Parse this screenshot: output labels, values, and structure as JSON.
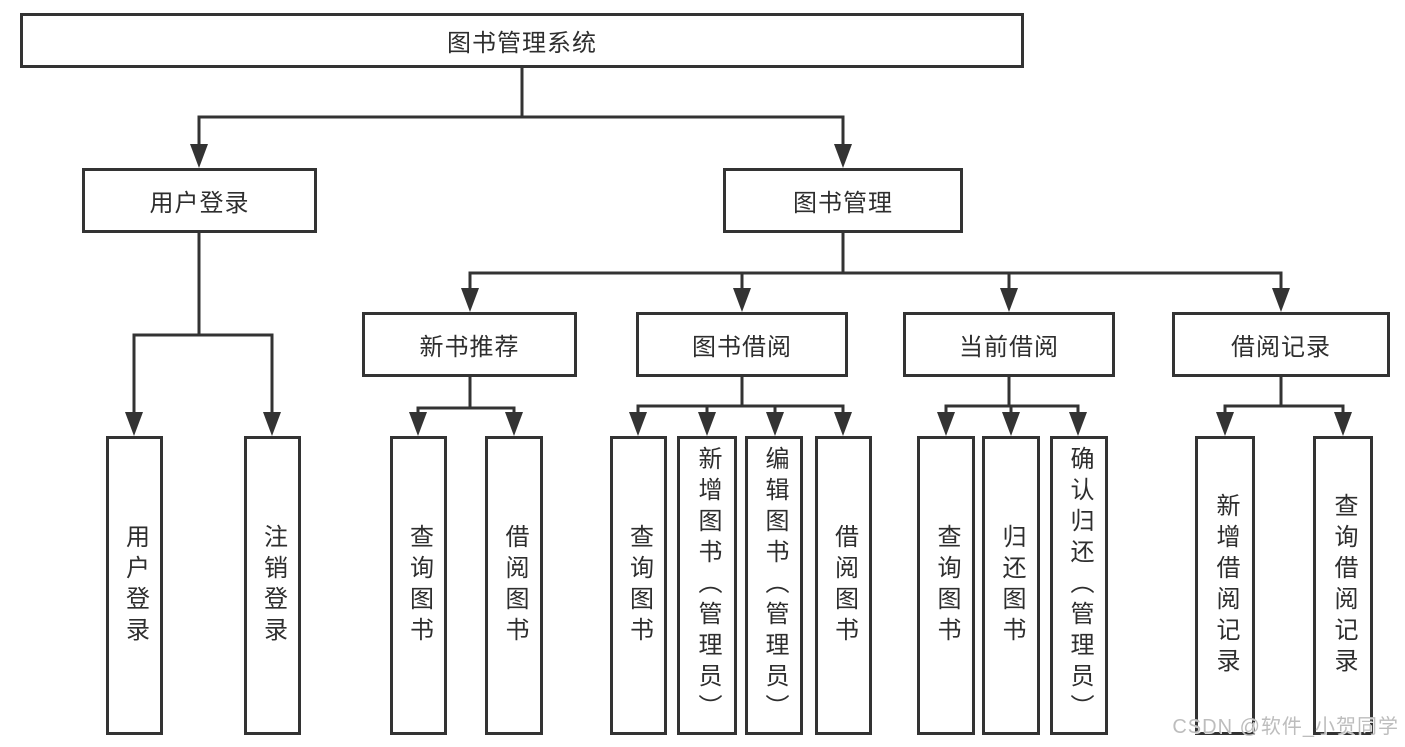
{
  "diagram": {
    "root": {
      "label": "图书管理系统"
    },
    "level2": {
      "user_login": {
        "label": "用户登录"
      },
      "book_management": {
        "label": "图书管理"
      }
    },
    "level3": {
      "new_book_recommend": {
        "label": "新书推荐"
      },
      "book_borrowing": {
        "label": "图书借阅"
      },
      "current_borrowing": {
        "label": "当前借阅"
      },
      "borrowing_records": {
        "label": "借阅记录"
      }
    },
    "leaves": {
      "user_login": {
        "label": "用户登录"
      },
      "logout": {
        "label": "注销登录"
      },
      "recommend_query_book": {
        "label": "查询图书"
      },
      "recommend_borrow_book": {
        "label": "借阅图书"
      },
      "borrowing_query_book": {
        "label": "查询图书"
      },
      "borrowing_add_book": {
        "label": "新增图书（管理员）"
      },
      "borrowing_edit_book": {
        "label": "编辑图书（管理员）"
      },
      "borrowing_borrow_book": {
        "label": "借阅图书"
      },
      "current_query_book": {
        "label": "查询图书"
      },
      "current_return_book": {
        "label": "归还图书"
      },
      "current_confirm_return": {
        "label": "确认归还（管理员）"
      },
      "records_add_record": {
        "label": "新增借阅记录"
      },
      "records_query_record": {
        "label": "查询借阅记录"
      }
    }
  },
  "watermark": {
    "text": "CSDN @软件_小贺同学"
  },
  "colors": {
    "line": "#333333",
    "text": "#2e2e2e",
    "bg": "#ffffff",
    "watermark": "#bdbdbd"
  }
}
